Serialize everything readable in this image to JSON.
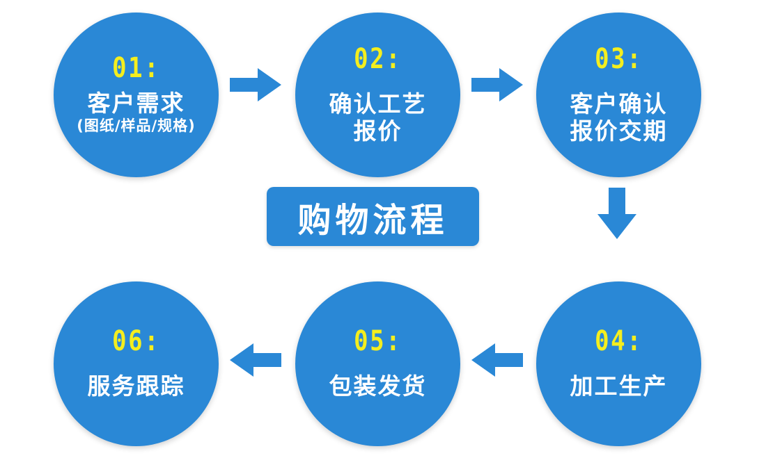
{
  "title": "购物流程",
  "colors": {
    "circle": "#2a88d6",
    "number": "#f4ee1e",
    "text": "#ffffff"
  },
  "steps": [
    {
      "number": "01:",
      "lines": [
        "客户需求"
      ],
      "sub": "(图纸/样品/规格)"
    },
    {
      "number": "02:",
      "lines": [
        "确认工艺",
        "报价"
      ]
    },
    {
      "number": "03:",
      "lines": [
        "客户确认",
        "报价交期"
      ]
    },
    {
      "number": "04:",
      "lines": [
        "加工生产"
      ]
    },
    {
      "number": "05:",
      "lines": [
        "包装发货"
      ]
    },
    {
      "number": "06:",
      "lines": [
        "服务跟踪"
      ]
    }
  ],
  "arrows": [
    {
      "from": "01",
      "to": "02",
      "direction": "right"
    },
    {
      "from": "02",
      "to": "03",
      "direction": "right"
    },
    {
      "from": "03",
      "to": "04",
      "direction": "down"
    },
    {
      "from": "04",
      "to": "05",
      "direction": "left"
    },
    {
      "from": "05",
      "to": "06",
      "direction": "left"
    }
  ]
}
